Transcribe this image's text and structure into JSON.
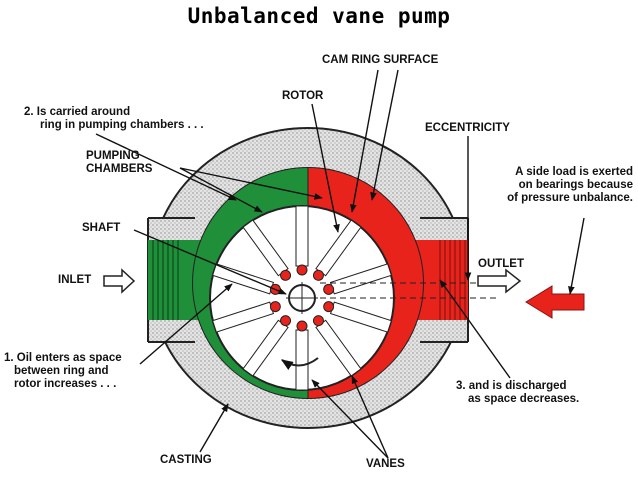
{
  "title": "Unbalanced vane pump",
  "labels": {
    "cam_ring_surface": "CAM RING SURFACE",
    "rotor": "ROTOR",
    "step2_line1": "2. Is carried around",
    "step2_line2": "ring in pumping chambers . . .",
    "eccentricity": "ECCENTRICITY",
    "pumping_line1": "PUMPING",
    "pumping_line2": "CHAMBERS",
    "side_load_line1": "A side load is exerted",
    "side_load_line2": "on bearings because",
    "side_load_line3": "of pressure unbalance.",
    "shaft": "SHAFT",
    "inlet": "INLET",
    "outlet": "OUTLET",
    "step1_line1": "1. Oil enters as space",
    "step1_line2": "between ring and",
    "step1_line3": "rotor increases . . .",
    "step3_line1": "3. and is discharged",
    "step3_line2": "as space decreases.",
    "casting": "CASTING",
    "vanes": "VANES"
  },
  "colors": {
    "inlet_oil": "#1f8f3a",
    "outlet_oil": "#e8231c",
    "casting": "#d9d9d9",
    "side_load_arrow": "#e8231c"
  }
}
